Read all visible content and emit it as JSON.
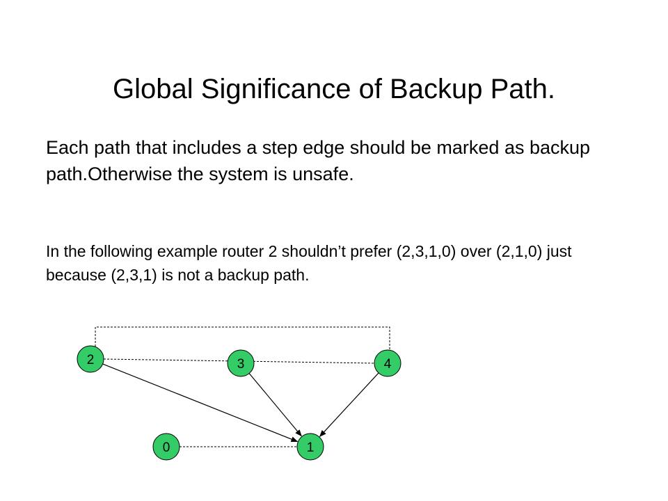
{
  "slide": {
    "title": "Global Significance of Backup Path.",
    "paragraph1": "Each path that includes a step edge should be marked as backup path.Otherwise the system is unsafe.",
    "paragraph2": "In the following example router 2 shouldn’t prefer (2,3,1,0) over (2,1,0) just because (2,3,1) is not a backup path."
  },
  "diagram": {
    "node_fill": "#33cc66",
    "node_stroke": "#000000",
    "nodes": [
      {
        "id": "2",
        "label": "2"
      },
      {
        "id": "3",
        "label": "3"
      },
      {
        "id": "4",
        "label": "4"
      },
      {
        "id": "0",
        "label": "0"
      },
      {
        "id": "1",
        "label": "1"
      }
    ],
    "edges": [
      {
        "from": "2",
        "to": "1",
        "style": "arrow"
      },
      {
        "from": "3",
        "to": "1",
        "style": "arrow"
      },
      {
        "from": "4",
        "to": "1",
        "style": "arrow"
      },
      {
        "from": "2",
        "to": "4",
        "style": "dashed"
      },
      {
        "from": "2",
        "to": "4",
        "style": "dashed-detour-above"
      },
      {
        "from": "0",
        "to": "1",
        "style": "dashed"
      }
    ]
  }
}
